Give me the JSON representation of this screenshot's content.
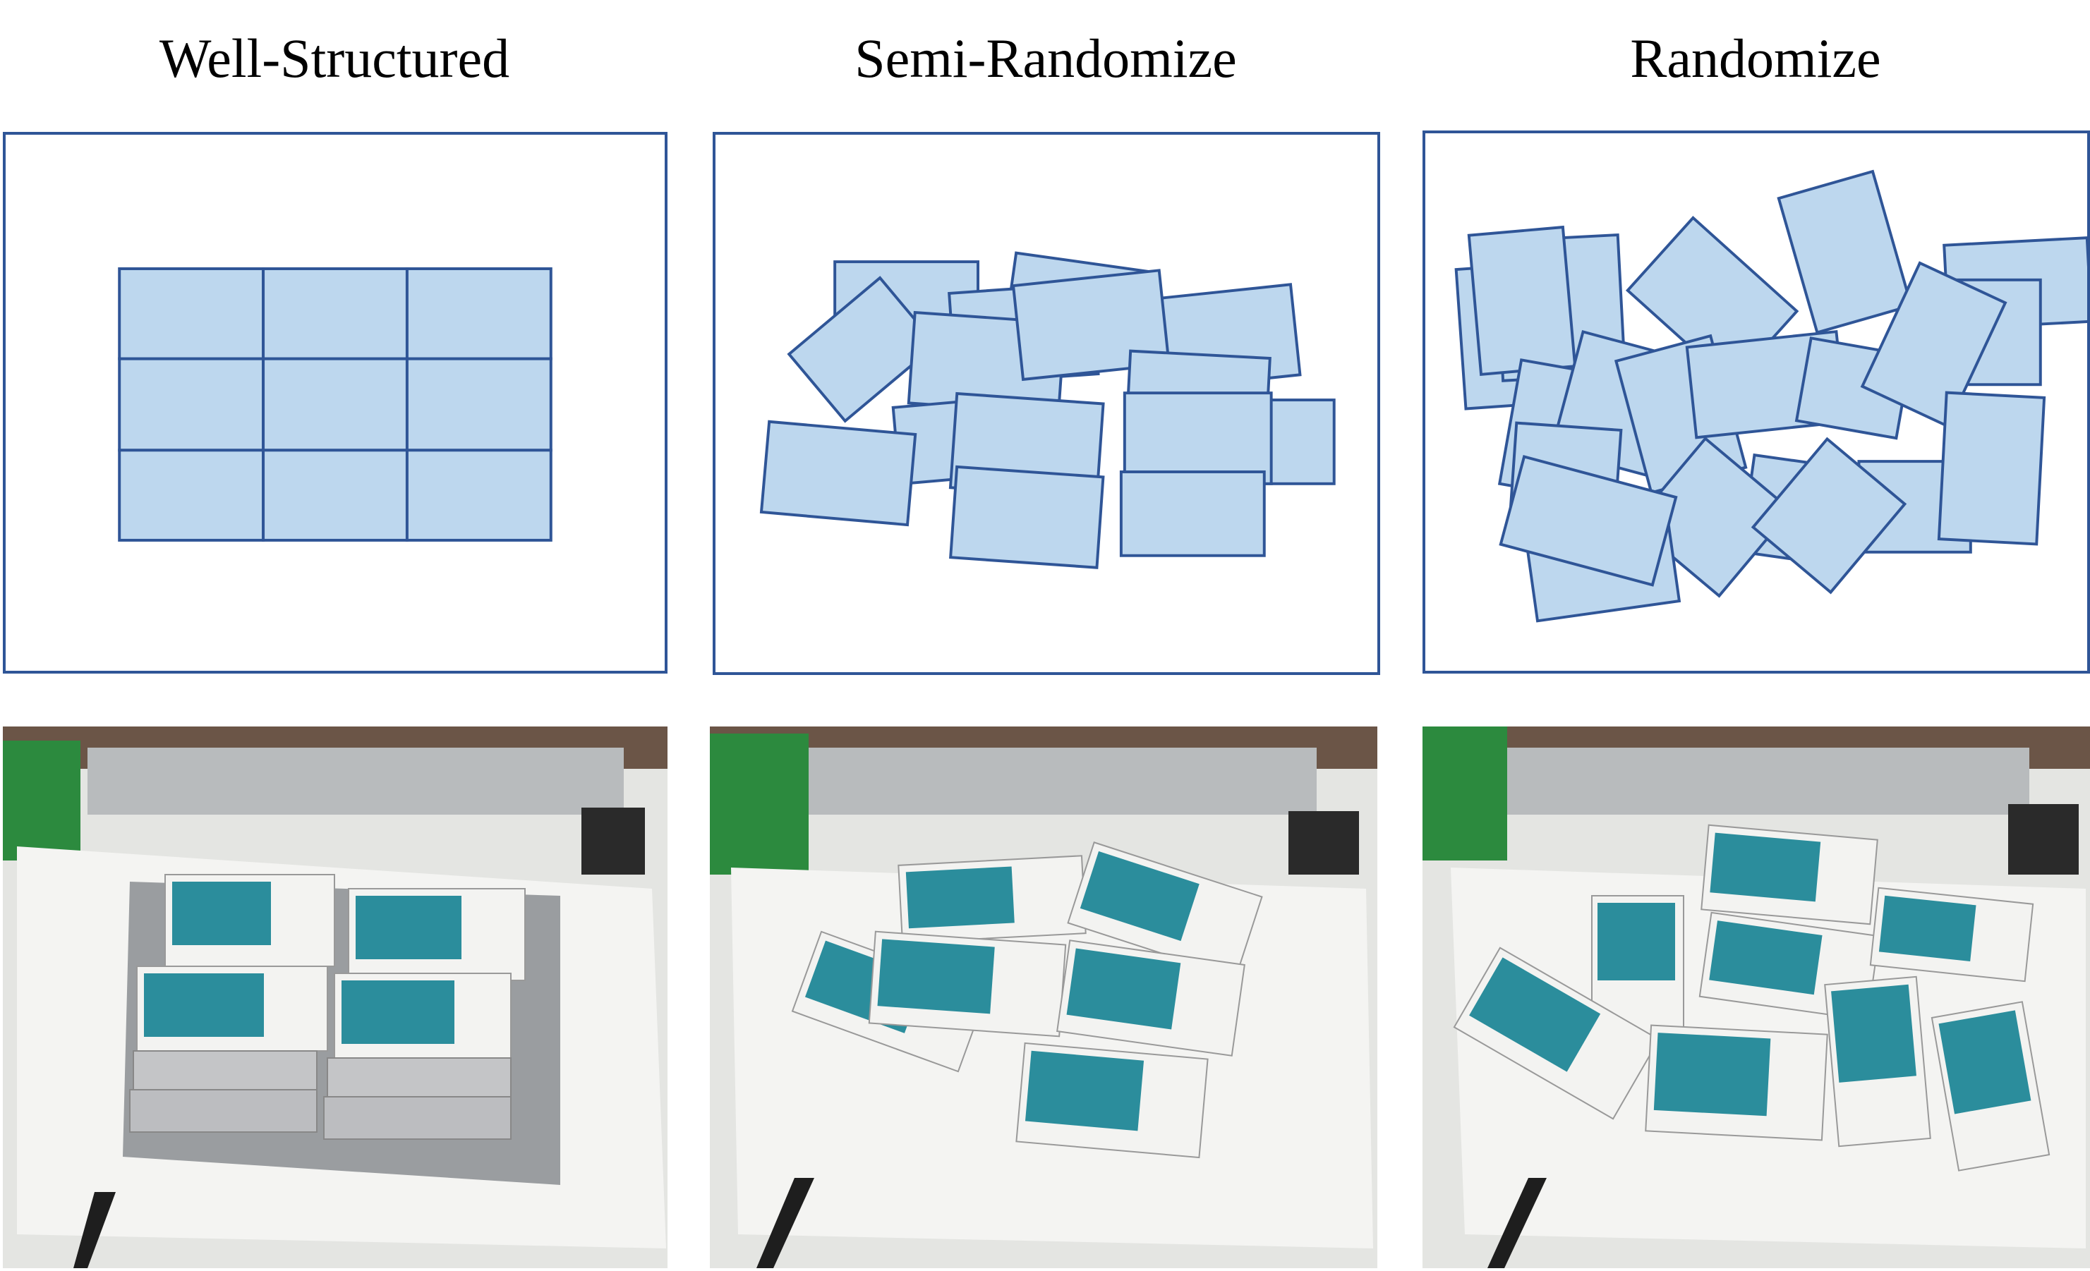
{
  "columns": [
    {
      "title": "Well-Structured"
    },
    {
      "title": "Semi-Randomize"
    },
    {
      "title": "Randomize"
    }
  ],
  "colors": {
    "box_fill": "#bdd7ee",
    "box_stroke": "#2f5597",
    "panel_border": "#2f5597"
  }
}
